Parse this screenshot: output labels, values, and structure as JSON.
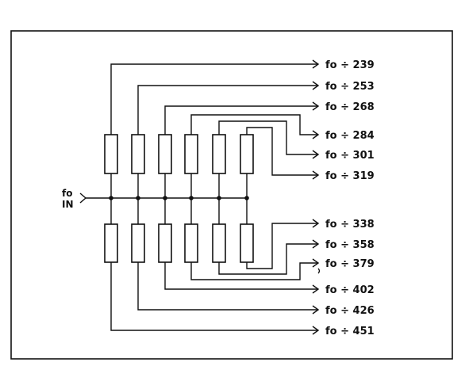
{
  "input": {
    "line1": "fo",
    "line2": "IN"
  },
  "outputs": [
    {
      "label": "fo ÷ 239"
    },
    {
      "label": "fo ÷ 253"
    },
    {
      "label": "fo ÷ 268"
    },
    {
      "label": "fo ÷ 284"
    },
    {
      "label": "fo ÷ 301"
    },
    {
      "label": "fo ÷ 319"
    },
    {
      "label": "fo ÷ 338"
    },
    {
      "label": "fo ÷ 358"
    },
    {
      "label": "fo ÷ 379"
    },
    {
      "label": "fo ÷ 402"
    },
    {
      "label": "fo ÷ 426"
    },
    {
      "label": "fo ÷ 451"
    }
  ]
}
